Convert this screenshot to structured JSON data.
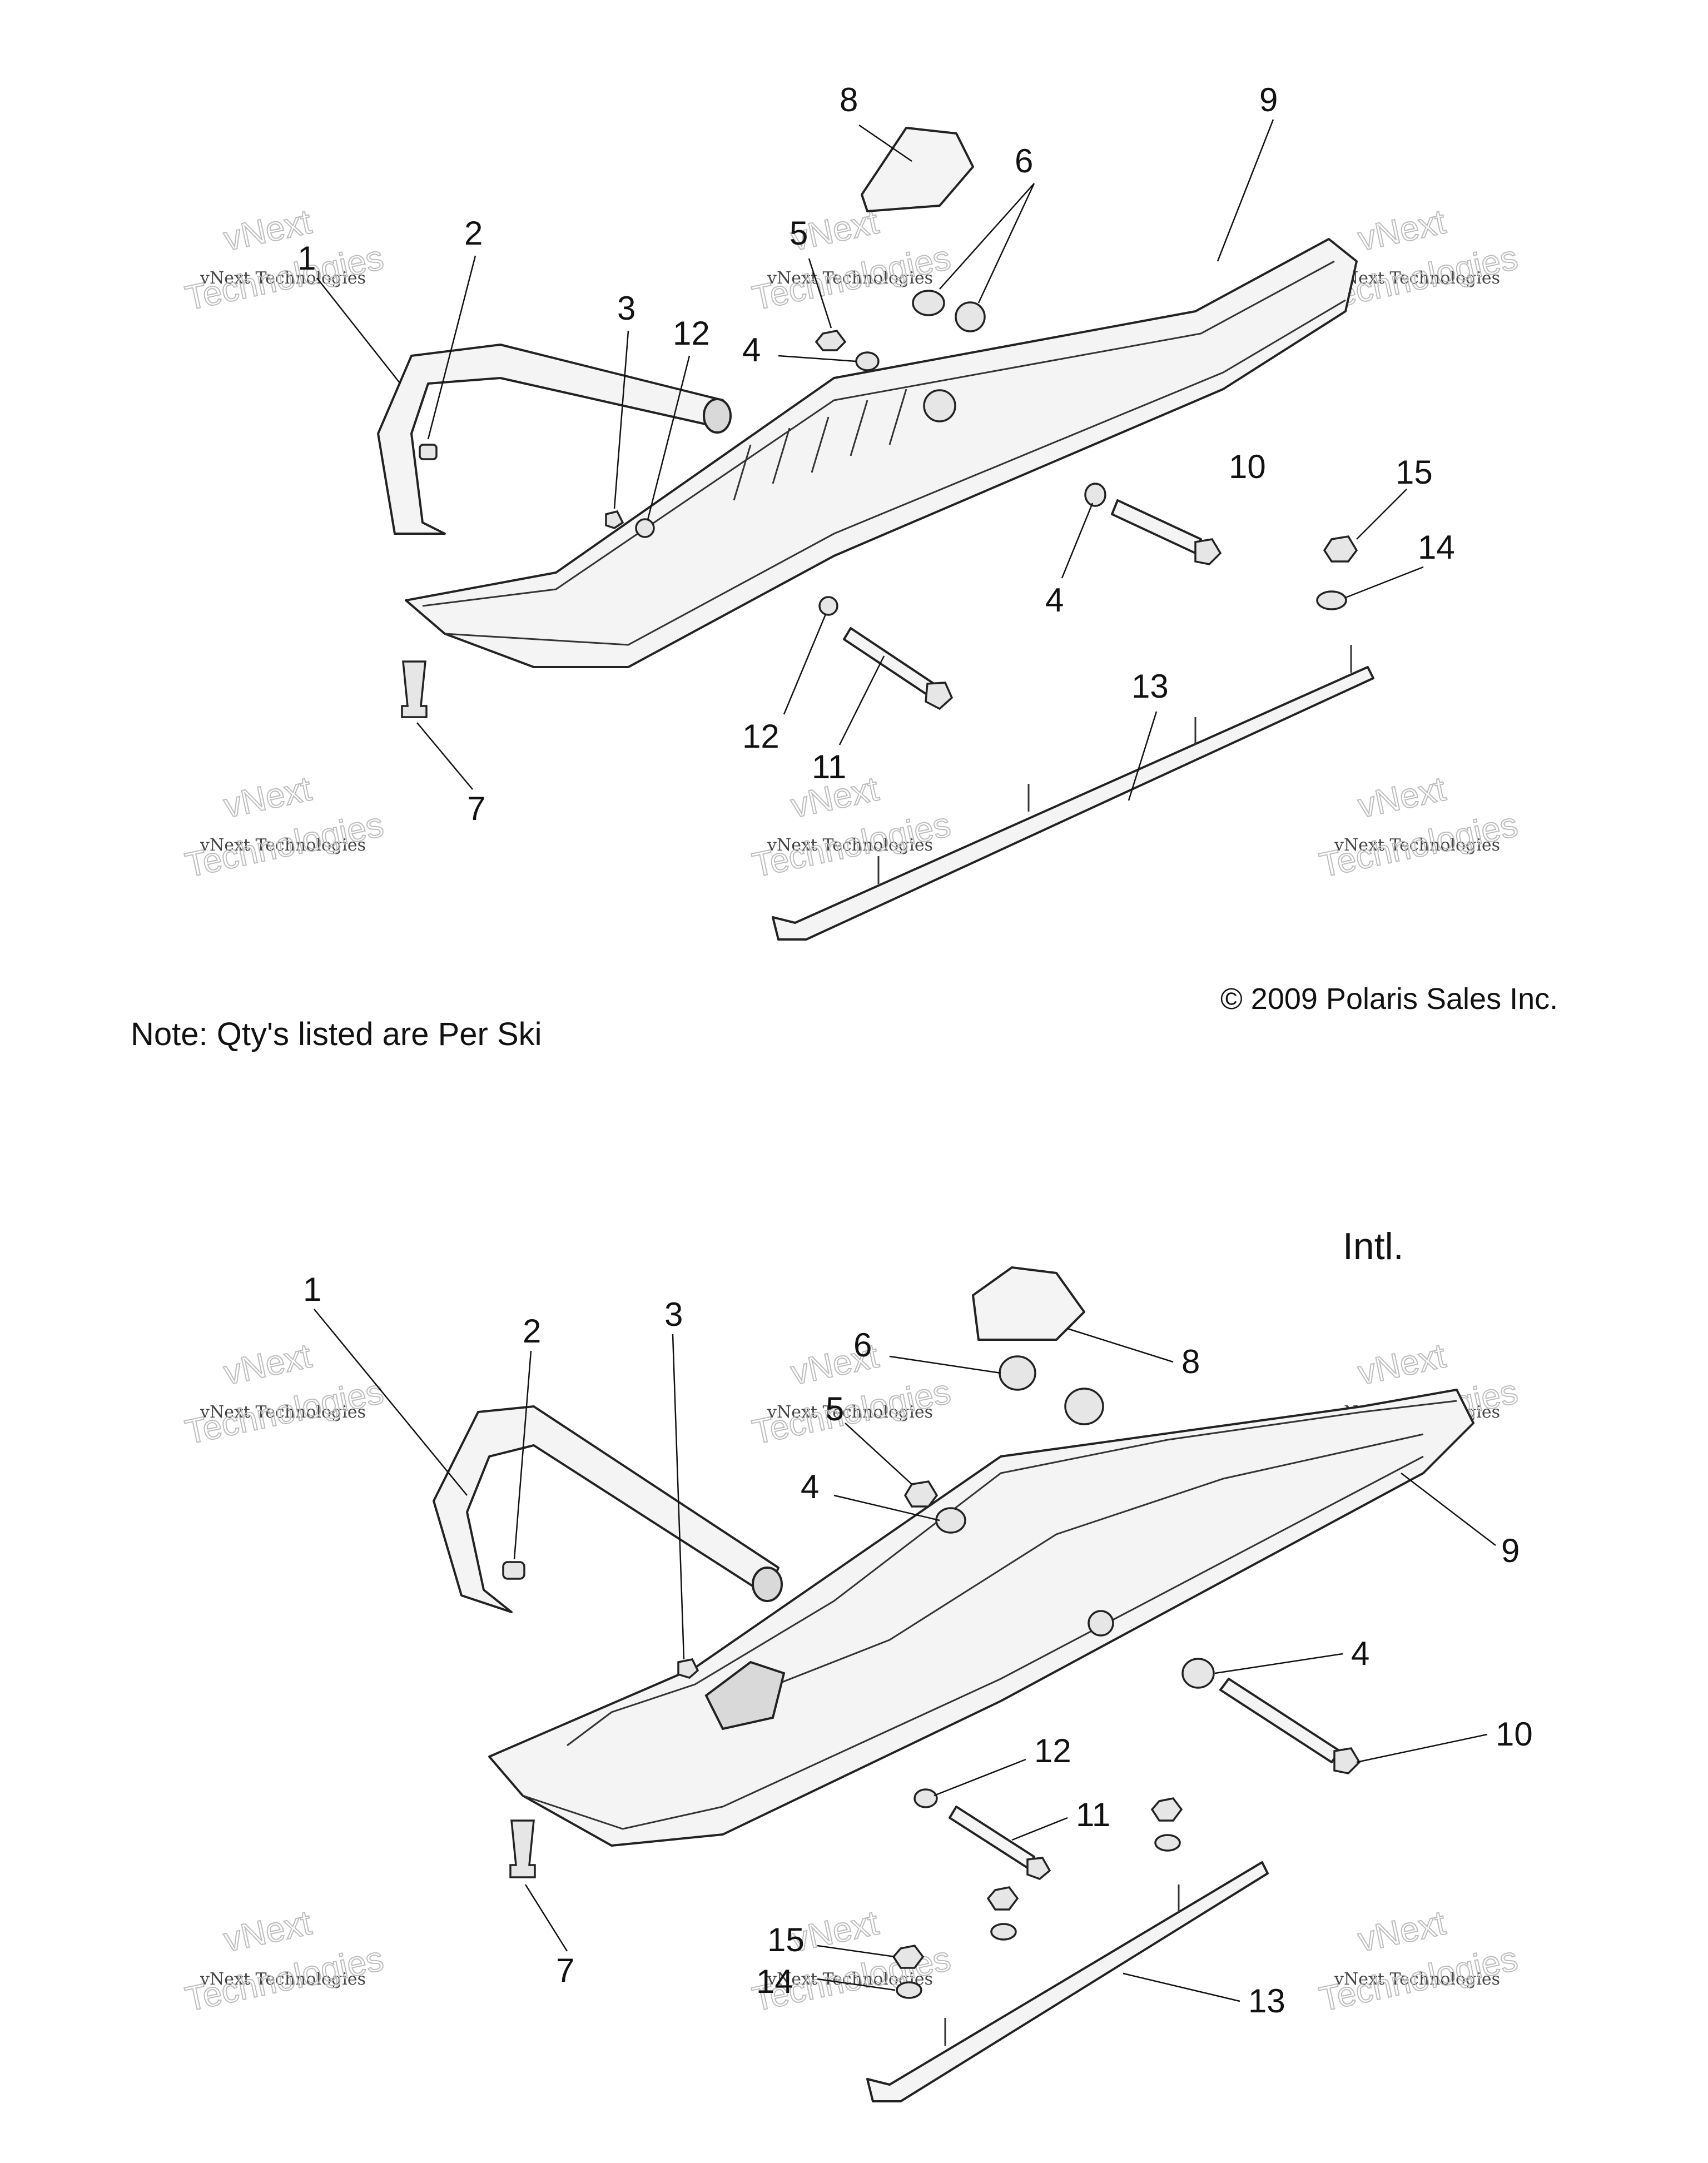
{
  "diagram": {
    "note": "Note: Qty's listed are Per Ski",
    "copyright": "© 2009 Polaris Sales Inc.",
    "intl_label": "Intl.",
    "watermark": {
      "line1": "vNext Technologies",
      "line2": "vNext",
      "line3": "Technologies"
    },
    "upper_callouts": [
      "8",
      "9",
      "6",
      "5",
      "1",
      "2",
      "3",
      "12",
      "4",
      "10",
      "15",
      "14",
      "4",
      "12",
      "11",
      "13",
      "7"
    ],
    "lower_callouts": [
      "1",
      "2",
      "3",
      "6",
      "8",
      "5",
      "4",
      "9",
      "4",
      "10",
      "12",
      "11",
      "7",
      "15",
      "14",
      "13"
    ]
  }
}
